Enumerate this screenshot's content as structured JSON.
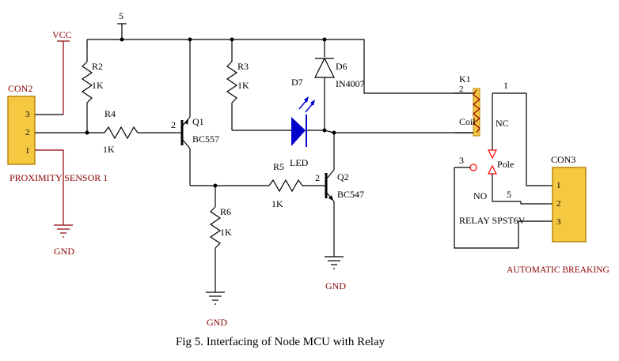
{
  "caption": "Fig 5. Interfacing of Node MCU with Relay",
  "power": {
    "vcc": "VCC",
    "node5": "5"
  },
  "con2": {
    "name": "CON2",
    "pins": [
      "3",
      "2",
      "1"
    ],
    "label": "PROXIMITY SENSOR 1"
  },
  "gnd": "GND",
  "r2": {
    "name": "R2",
    "value": "1K"
  },
  "r4": {
    "name": "R4",
    "value": "1K"
  },
  "r3": {
    "name": "R3",
    "value": "1K"
  },
  "r5": {
    "name": "R5",
    "value": "1K"
  },
  "r6": {
    "name": "R6",
    "value": "1K"
  },
  "q1": {
    "name": "Q1",
    "part": "BC557",
    "pin": "2"
  },
  "q2": {
    "name": "Q2",
    "part": "BC547",
    "pin": "2"
  },
  "d6": {
    "name": "D6",
    "part": "IN4007"
  },
  "d7": {
    "name": "D7",
    "part": "LED"
  },
  "relay": {
    "name": "K1",
    "coil": "Coil",
    "nc": "NC",
    "no": "NO",
    "pole": "Pole",
    "part": "RELAY  SPST6V",
    "pin1": "1",
    "pin2": "2",
    "pin3": "3",
    "pin5": "5"
  },
  "con3": {
    "name": "CON3",
    "pins": [
      "1",
      "2",
      "3"
    ],
    "label": "AUTOMATIC BREAKING"
  },
  "colors": {
    "wire": "#000000",
    "component": "#8b0000",
    "led": "#0000cd",
    "connector_fill": "#f5c842",
    "connector_stroke": "#b8860b"
  }
}
